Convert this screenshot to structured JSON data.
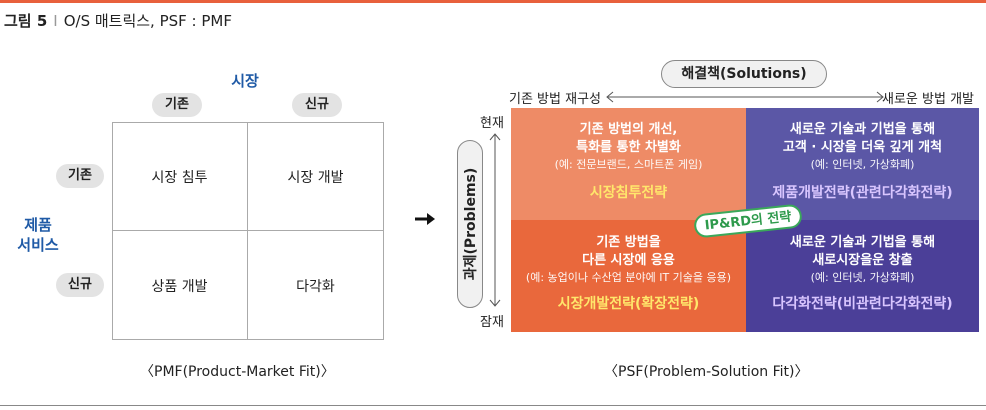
{
  "figure": {
    "label": "그림 5",
    "separator": "I",
    "title": "O/S 매트릭스, PSF : PMF"
  },
  "pmf": {
    "top_axis": "시장",
    "top_pills": [
      "기존",
      "신규"
    ],
    "left_axis_line1": "제품",
    "left_axis_line2": "서비스",
    "left_pills": [
      "기존",
      "신규"
    ],
    "cells": {
      "existing_existing": "시장 침투",
      "existing_new": "시장 개발",
      "new_existing": "상품 개발",
      "new_new": "다각화"
    },
    "caption": "〈PMF(Product-Market Fit)〉"
  },
  "arrow_glyph": "➔",
  "psf": {
    "solutions_title": "해결책(Solutions)",
    "left_label": "기존 방법 재구성",
    "right_label": "새로운 방법 개발",
    "problems_title": "과제(Problems)",
    "top_label": "현재",
    "bottom_label": "잠재",
    "quadrants": {
      "q1": {
        "line1": "기존 방법의 개선,",
        "line2": "특화를 통한 차별화",
        "example": "(예: 전문브랜드, 스마트폰 게임)",
        "strategy": "시장침투전략"
      },
      "q2": {
        "line1": "새로운 기술과 기법을 통해",
        "line2": "고객 · 시장을 더욱 깊게 개척",
        "example": "(예: 인터넷, 가상화폐)",
        "strategy": "제품개발전략(관련다각화전략)"
      },
      "q3": {
        "line1": "기존 방법을",
        "line2": "다른 시장에 응용",
        "example": "(예: 농업이나 수산업 분야에 IT 기술을 응용)",
        "strategy": "시장개발전략(확장전략)"
      },
      "q4": {
        "line1": "새로운 기술과 기법을 통해",
        "line2": "새로시장을운 창출",
        "example": "(예: 인터넷, 가상화폐)",
        "strategy": "다각화전략(비관련다각화전략)"
      }
    },
    "badge": "IP&RD의 전략",
    "caption": "〈PSF(Problem-Solution Fit)〉"
  },
  "colors": {
    "accent_line": "#e8603c",
    "axis_blue": "#1f5aa6",
    "q1": "#ee8b66",
    "q2": "#5b57a6",
    "q3": "#e9683c",
    "q4": "#4b3f98",
    "badge_green": "#3aa85a"
  }
}
